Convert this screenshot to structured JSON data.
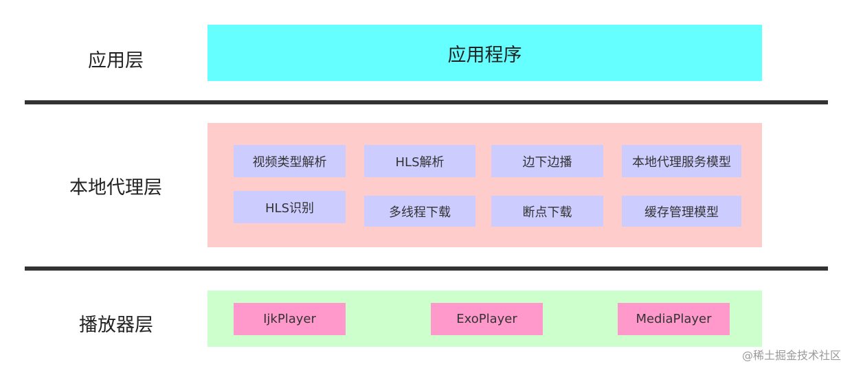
{
  "colors": {
    "app_band": "#66ffff",
    "proxy_band": "#ffcccc",
    "player_band": "#ccffcc",
    "module_box": "#ccccff",
    "player_box": "#ff99cc",
    "divider": "#333333"
  },
  "layers": {
    "app": {
      "label": "应用层",
      "content": "应用程序"
    },
    "proxy": {
      "label": "本地代理层",
      "modules": [
        "视频类型解析",
        "HLS解析",
        "边下边播",
        "本地代理服务模型",
        "HLS识别",
        "多线程下载",
        "断点下载",
        "缓存管理模型"
      ]
    },
    "player": {
      "label": "播放器层",
      "players": [
        "IjkPlayer",
        "ExoPlayer",
        "MediaPlayer"
      ]
    }
  },
  "watermark": "@稀土掘金技术社区"
}
